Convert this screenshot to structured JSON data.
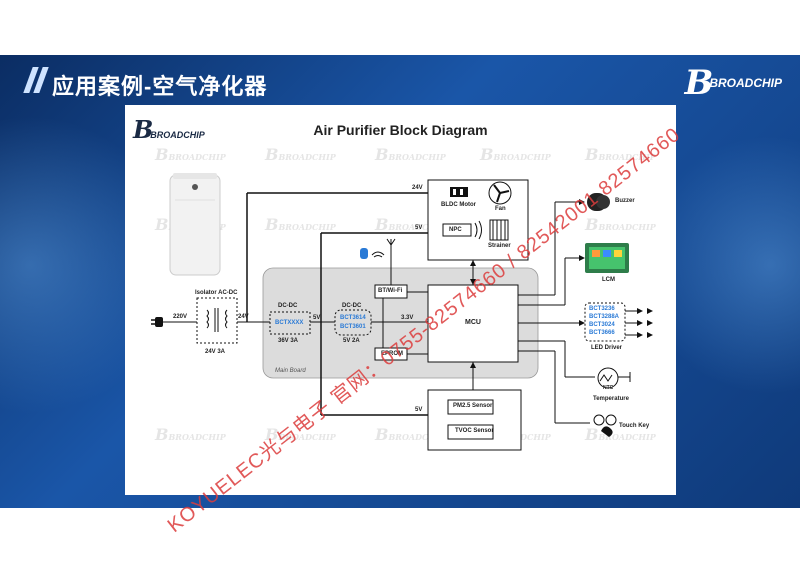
{
  "header": {
    "title": "应用案例-空气净化器"
  },
  "brand": {
    "mark": "B",
    "name": "BROADCHIP"
  },
  "diagram": {
    "title": "Air Purifier Block Diagram",
    "input_voltage": "220V",
    "isolator": {
      "title": "Isolator AC-DC",
      "rating": "24V  3A"
    },
    "bus_24v": "24V",
    "main_board": "Main Board",
    "dcdc1": {
      "title": "DC-DC",
      "part": "BCTXXXX",
      "rating": "36V  3A",
      "out": "5V"
    },
    "dcdc2": {
      "title": "DC-DC",
      "part1": "BCT3614",
      "part2": "BCT3601",
      "rating": "5V  2A",
      "out": "3.3V"
    },
    "wifi": "BT/Wi-Fi",
    "eprom": "EPROM",
    "mcu": "MCU",
    "motor": {
      "title": "BLDC Motor",
      "fan": "Fan",
      "voltage": "24V"
    },
    "npc": {
      "title": "NPC",
      "strainer": "Strainer",
      "voltage": "5V"
    },
    "sensors": {
      "voltage": "5V",
      "pm25": "PM2.5 Sensor",
      "tvoc": "TVOC Sensor"
    },
    "peripherals": {
      "buzzer": "Buzzer",
      "lcm": "LCM",
      "led_driver": "LED Driver",
      "led_parts": [
        "BCT3236",
        "BCT3288A",
        "BCT3024",
        "BCT3666"
      ],
      "ntc": "NTC",
      "temperature": "Temperature",
      "touch": "Touch Key"
    },
    "watermark_mark": "B",
    "watermark_text": "BROADCHIP"
  },
  "stamp": "KOYUELEC光与电子  官网：0755-82574660 / 82542001 82574660",
  "colors": {
    "slide": "#0f3a7a",
    "line": "#111111",
    "accent": "#2a7ad6"
  }
}
